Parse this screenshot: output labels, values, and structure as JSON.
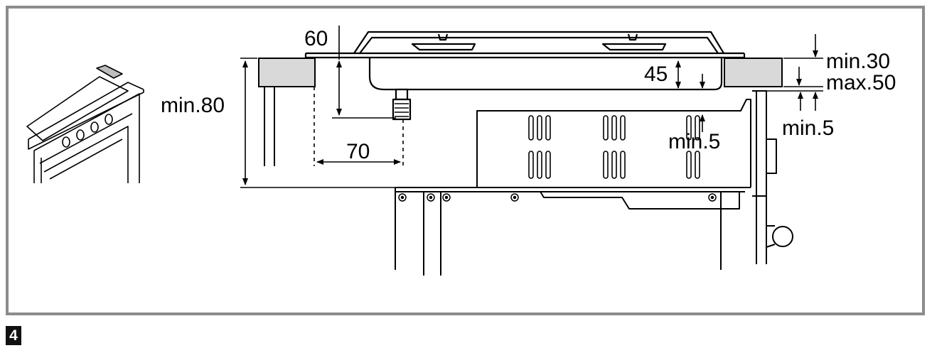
{
  "diagram": {
    "dimensions": {
      "gap_60": "60",
      "min_80": "min.80",
      "depth_45": "45",
      "min_30": "min.30",
      "max_50": "max.50",
      "min_5_right": "min.5",
      "min_5_oven": "min.5",
      "width_70": "70"
    },
    "colors": {
      "line": "#000000",
      "worktop_fill": "#d9d9d9",
      "frame_border": "#8c8c8c",
      "badge_bg": "#111111"
    }
  },
  "step_number": "4"
}
